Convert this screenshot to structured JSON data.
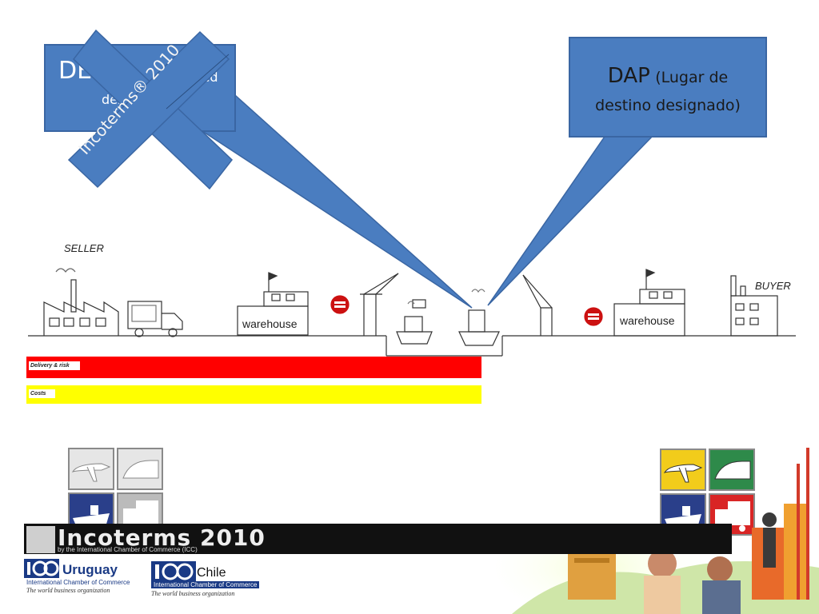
{
  "callouts": {
    "des": {
      "title_fragment": "DES",
      "sub_fragment_1": "named    of",
      "sub_fragment_2": "des"
    },
    "dap": {
      "title": "DAP",
      "subtitle_line1": "(Lugar de",
      "subtitle_line2": "destino designado)"
    }
  },
  "banner": {
    "text": "Incoterms® 2010"
  },
  "scene": {
    "seller_label": "SELLER",
    "buyer_label": "BUYER",
    "warehouse_left": "warehouse",
    "warehouse_right": "warehouse"
  },
  "bars": {
    "delivery_label": "Delivery & risk",
    "costs_label": "Costs",
    "delivery_color": "#ff0000",
    "costs_color": "#ffff00"
  },
  "transport_modes": {
    "left": [
      "airplane-icon",
      "train-icon",
      "ship-icon",
      "truck-icon"
    ],
    "right": [
      "airplane-icon",
      "train-icon",
      "ship-icon",
      "truck-icon"
    ]
  },
  "footer": {
    "title": "Incoterms  2010",
    "subtitle": "by the International Chamber of Commerce (ICC)",
    "icc_uruguay": {
      "name": "Uruguay",
      "org": "International Chamber of Commerce",
      "tagline": "The world business organization"
    },
    "icc_chile": {
      "name": "Chile",
      "org": "International Chamber of Commerce",
      "tagline": "The world business organization"
    }
  }
}
